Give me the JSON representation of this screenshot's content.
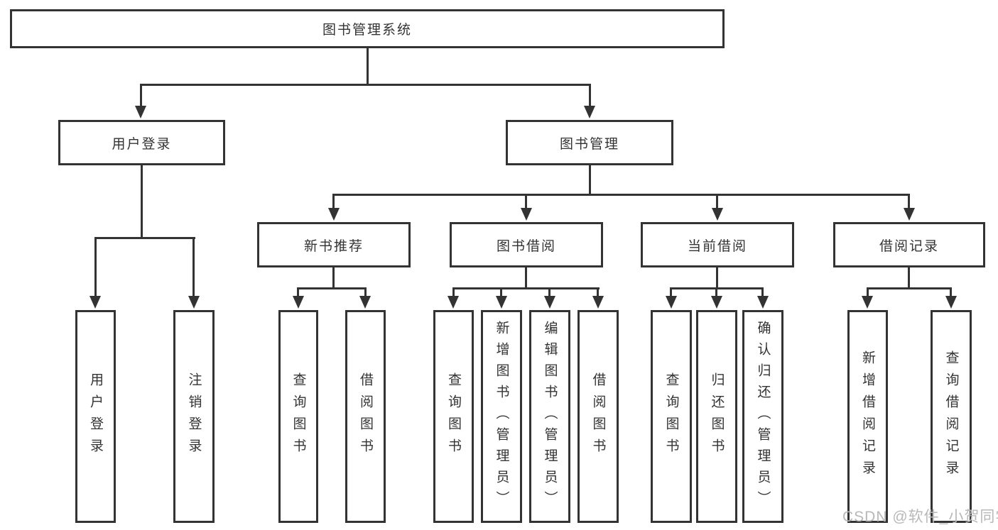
{
  "nodes": {
    "root": "图书管理系统",
    "user_login": "用户登录",
    "book_mgmt": "图书管理",
    "new_book_rec": "新书推荐",
    "book_borrow": "图书借阅",
    "current_borrow": "当前借阅",
    "borrow_record": "借阅记录",
    "leaf_user_login": "用户登录",
    "leaf_logout": "注销登录",
    "leaf_query_book_1": "查询图书",
    "leaf_borrow_book_1": "借阅图书",
    "leaf_query_book_2": "查询图书",
    "leaf_add_book": "新增图书（管理员）",
    "leaf_edit_book": "编辑图书（管理员）",
    "leaf_borrow_book_2": "借阅图书",
    "leaf_query_book_3": "查询图书",
    "leaf_return_book": "归还图书",
    "leaf_confirm_return": "确认归还（管理员）",
    "leaf_add_borrow_record": "新增借阅记录",
    "leaf_query_borrow_record": "查询借阅记录"
  },
  "watermark": "CSDN @软件_小贺同学",
  "colors": {
    "line": "#333333",
    "text": "#333333",
    "background": "#ffffff",
    "watermark": "#b8b8b8"
  }
}
